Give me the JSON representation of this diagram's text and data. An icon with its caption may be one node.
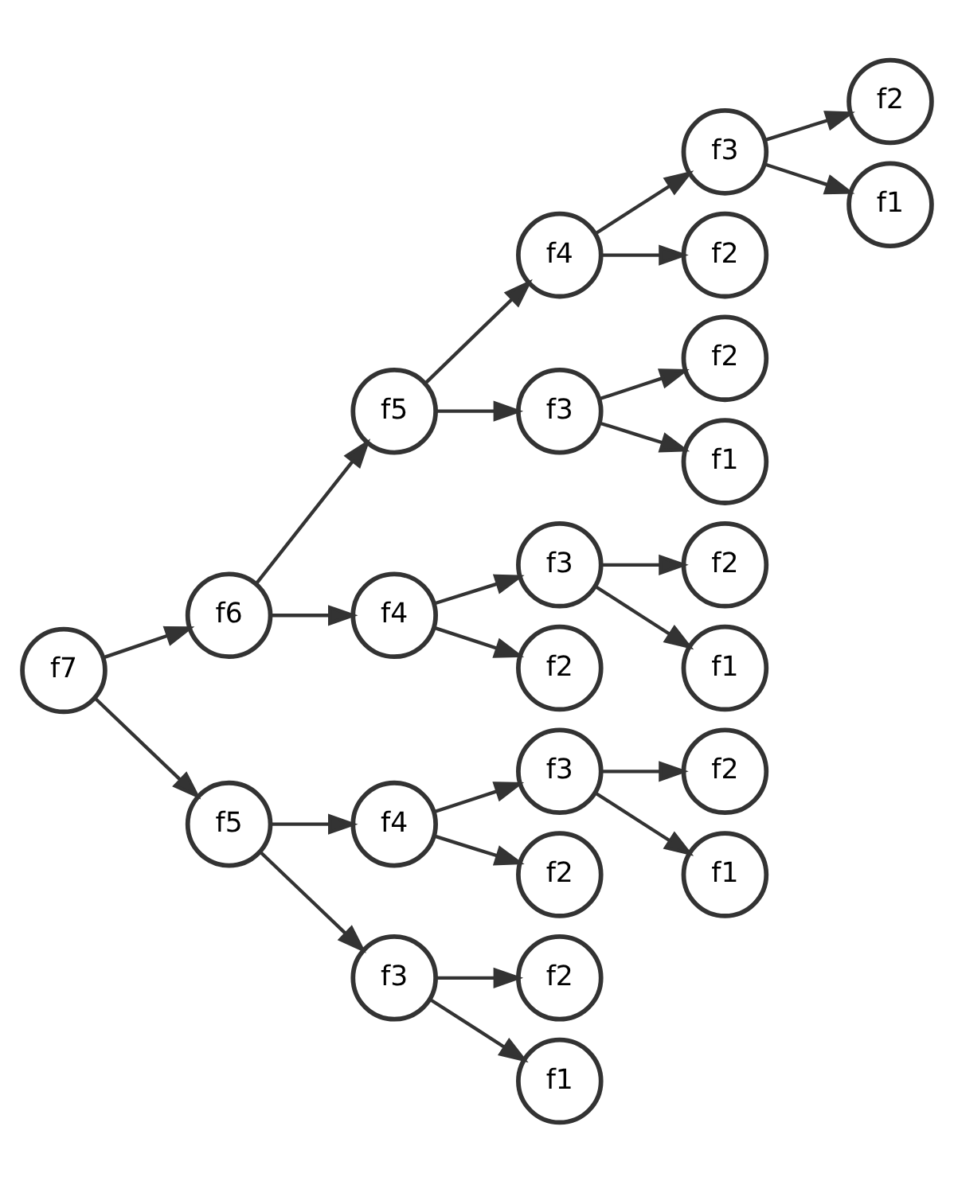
{
  "diagram": {
    "nodes": [
      {
        "text": [
          "f7"
        ]
      },
      {
        "text": [
          "f6"
        ]
      },
      {
        "text": [
          "f5"
        ]
      },
      {
        "text": [
          "f4"
        ]
      },
      {
        "text": [
          "f3"
        ]
      },
      {
        "text": [
          "f2"
        ]
      },
      {
        "text": [
          "f1"
        ]
      },
      {
        "text": [
          "f2"
        ]
      },
      {
        "text": [
          "f3"
        ]
      },
      {
        "text": [
          "f2"
        ]
      },
      {
        "text": [
          "f1"
        ]
      },
      {
        "text": [
          "f4"
        ]
      },
      {
        "text": [
          "f3"
        ]
      },
      {
        "text": [
          "f2"
        ]
      },
      {
        "text": [
          "f1"
        ]
      },
      {
        "text": [
          "f2"
        ]
      },
      {
        "text": [
          "f5"
        ]
      },
      {
        "text": [
          "f4"
        ]
      },
      {
        "text": [
          "f3"
        ]
      },
      {
        "text": [
          "f2"
        ]
      },
      {
        "text": [
          "f1"
        ]
      },
      {
        "text": [
          "f2"
        ]
      },
      {
        "text": [
          "f3"
        ]
      },
      {
        "text": [
          "f2"
        ]
      },
      {
        "text": [
          "f1"
        ]
      }
    ],
    "edges": [
      {
        "from": 0,
        "to": 1,
        "arrow": "to"
      },
      {
        "from": 1,
        "to": 2,
        "arrow": "to"
      },
      {
        "from": 2,
        "to": 3,
        "arrow": "to"
      },
      {
        "from": 3,
        "to": 4,
        "arrow": "to"
      },
      {
        "from": 4,
        "to": 5,
        "arrow": "to"
      },
      {
        "from": 4,
        "to": 6,
        "arrow": "to"
      },
      {
        "from": 3,
        "to": 7,
        "arrow": "to"
      },
      {
        "from": 2,
        "to": 8,
        "arrow": "to"
      },
      {
        "from": 8,
        "to": 9,
        "arrow": "to"
      },
      {
        "from": 8,
        "to": 10,
        "arrow": "to"
      },
      {
        "from": 1,
        "to": 11,
        "arrow": "to"
      },
      {
        "from": 11,
        "to": 12,
        "arrow": "to"
      },
      {
        "from": 12,
        "to": 13,
        "arrow": "to"
      },
      {
        "from": 12,
        "to": 14,
        "arrow": "to"
      },
      {
        "from": 11,
        "to": 15,
        "arrow": "to"
      },
      {
        "from": 0,
        "to": 16,
        "arrow": "to"
      },
      {
        "from": 16,
        "to": 17,
        "arrow": "to"
      },
      {
        "from": 17,
        "to": 18,
        "arrow": "to"
      },
      {
        "from": 18,
        "to": 19,
        "arrow": "to"
      },
      {
        "from": 18,
        "to": 20,
        "arrow": "to"
      },
      {
        "from": 17,
        "to": 21,
        "arrow": "to"
      },
      {
        "from": 16,
        "to": 22,
        "arrow": "to"
      },
      {
        "from": 22,
        "to": 23,
        "arrow": "to"
      },
      {
        "from": 22,
        "to": 24,
        "arrow": "to"
      }
    ]
  }
}
